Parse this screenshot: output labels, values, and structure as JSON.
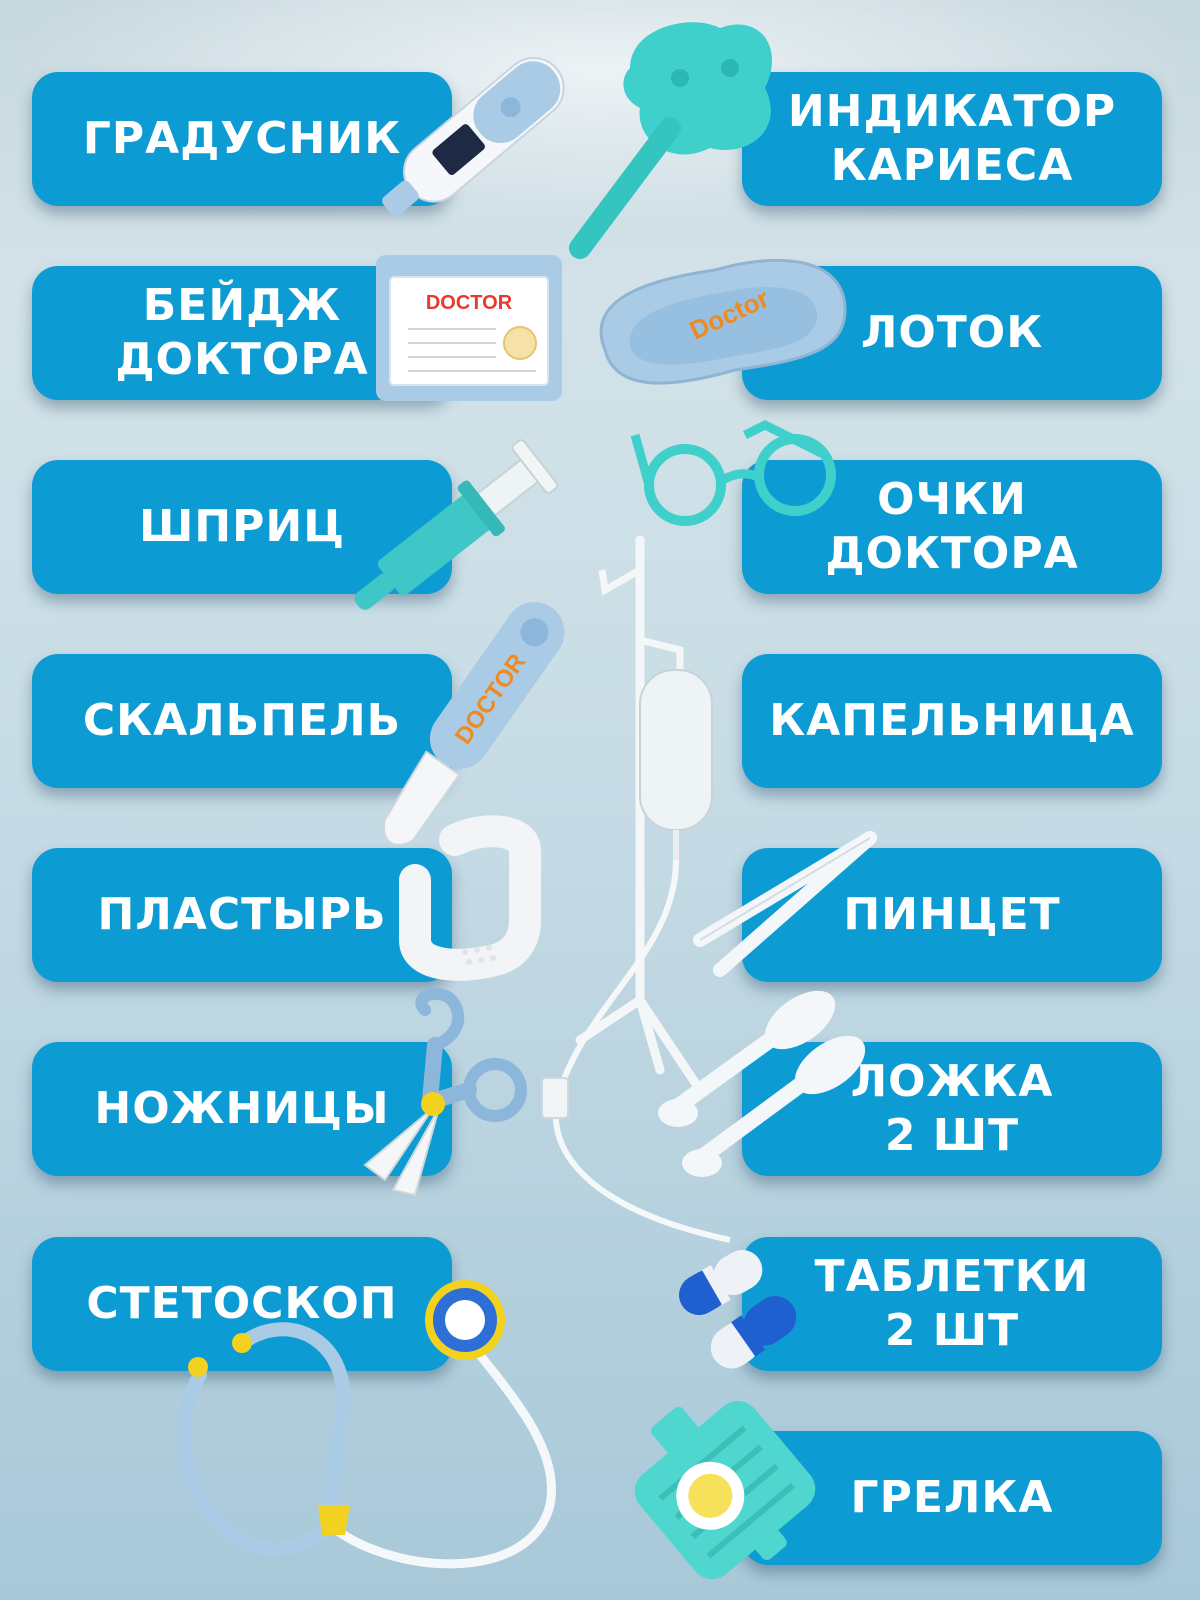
{
  "labels": {
    "thermometer": "ГРАДУСНИК",
    "caries_indicator": "ИНДИКАТОР\nКАРИЕСА",
    "doctor_badge": "БЕЙДЖ\nДОКТОРА",
    "tray": "ЛОТОК",
    "syringe": "ШПРИЦ",
    "doctor_glasses": "ОЧКИ\nДОКТОРА",
    "scalpel": "СКАЛЬПЕЛЬ",
    "iv_drip": "КАПЕЛЬНИЦА",
    "bandage": "ПЛАСТЫРЬ",
    "tweezers": "ПИНЦЕТ",
    "scissors": "НОЖНИЦЫ",
    "spoons": "ЛОЖКА\n2 ШТ",
    "stethoscope": "СТЕТОСКОП",
    "pills": "ТАБЛЕТКИ\n2 ШТ",
    "hot_water_bottle": "ГРЕЛКА"
  },
  "toy_prints": {
    "badge_title": "DOCTOR",
    "scalpel_print": "DOCTOR",
    "tray_print": "Doctor"
  },
  "colors": {
    "label_bg": "#0d9bd4",
    "label_text": "#ffffff",
    "toy_light_blue": "#a9cbe6",
    "toy_teal": "#3fd0cc"
  }
}
